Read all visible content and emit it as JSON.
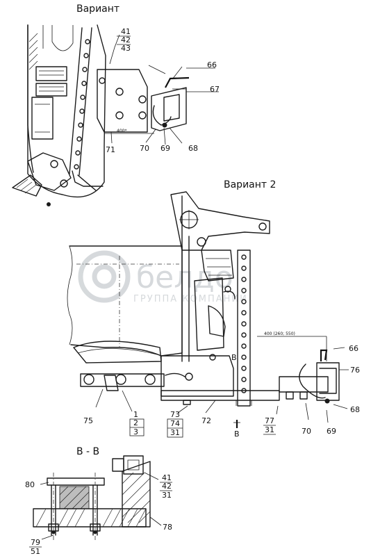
{
  "variant_1_title": "Вариант",
  "variant_2_title": "Вариант 2",
  "section_title": "В - В",
  "section_marker": "В",
  "section_marker_bottom": "В",
  "watermark": {
    "brand": "белдо",
    "subtitle": "ГРУППА КОМПАНИЙ"
  },
  "dimensions": {
    "top_variant": "400*",
    "variant_2": "400 (260; 550)"
  },
  "callouts_variant_1": [
    {
      "id": "v1-41",
      "text": "41"
    },
    {
      "id": "v1-42",
      "text": "42"
    },
    {
      "id": "v1-43",
      "text": "43"
    },
    {
      "id": "v1-66",
      "text": "66"
    },
    {
      "id": "v1-67",
      "text": "67"
    },
    {
      "id": "v1-71",
      "text": "71"
    },
    {
      "id": "v1-70",
      "text": "70"
    },
    {
      "id": "v1-69",
      "text": "69"
    },
    {
      "id": "v1-68",
      "text": "68"
    }
  ],
  "callouts_variant_2": [
    {
      "id": "v2-66",
      "text": "66"
    },
    {
      "id": "v2-76",
      "text": "76"
    },
    {
      "id": "v2-68",
      "text": "68"
    },
    {
      "id": "v2-69",
      "text": "69"
    },
    {
      "id": "v2-70",
      "text": "70"
    },
    {
      "id": "v2-72",
      "text": "72"
    },
    {
      "id": "v2-75",
      "text": "75"
    },
    {
      "id": "v2-1",
      "text": "1"
    },
    {
      "id": "v2-2",
      "text": "2"
    },
    {
      "id": "v2-3",
      "text": "3"
    },
    {
      "id": "v2-73",
      "text": "73"
    },
    {
      "id": "v2-74",
      "text": "74"
    },
    {
      "id": "v2-31a",
      "text": "31"
    },
    {
      "id": "v2-77",
      "text": "77"
    },
    {
      "id": "v2-31b",
      "text": "31"
    }
  ],
  "callouts_section": [
    {
      "id": "s-80",
      "text": "80"
    },
    {
      "id": "s-41",
      "text": "41"
    },
    {
      "id": "s-42",
      "text": "42"
    },
    {
      "id": "s-31",
      "text": "31"
    },
    {
      "id": "s-78",
      "text": "78"
    },
    {
      "id": "s-79",
      "text": "79"
    },
    {
      "id": "s-51",
      "text": "51"
    }
  ]
}
